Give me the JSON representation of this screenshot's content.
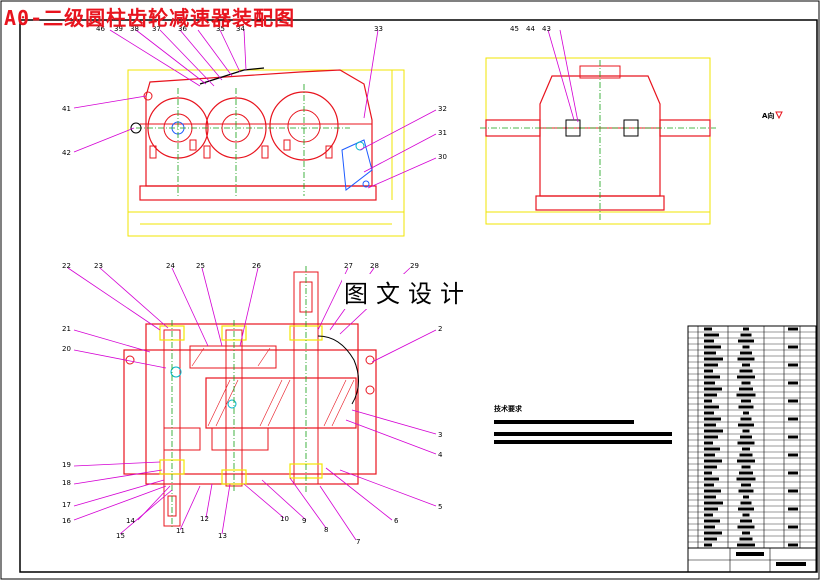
{
  "title": "A0-二级圆柱齿轮减速器装配图",
  "watermark": "图文设计",
  "colors": {
    "red": "#e8141e",
    "magenta": "#d400d4",
    "yellow": "#f2e600",
    "blue": "#1e5cff",
    "cyan": "#00b4c8",
    "green": "#14a014",
    "black": "#000000"
  },
  "views": {
    "front_callouts": [
      "46",
      "39",
      "38",
      "37",
      "36",
      "35",
      "34",
      "33",
      "41",
      "42",
      "32",
      "31",
      "30"
    ],
    "side_callouts": [
      "45",
      "44",
      "43"
    ],
    "side_label": "A向",
    "plan_callouts_top": [
      "22",
      "23",
      "24",
      "25",
      "26",
      "27",
      "28",
      "29"
    ],
    "plan_callouts_left": [
      "21",
      "20",
      "19",
      "18",
      "17",
      "16",
      "14",
      "15"
    ],
    "plan_callouts_bottom": [
      "13",
      "12",
      "11",
      "10",
      "9",
      "8",
      "7"
    ],
    "plan_callouts_right": [
      "2",
      "3",
      "4",
      "5",
      "6"
    ]
  },
  "notes": {
    "title": "技术要求"
  }
}
